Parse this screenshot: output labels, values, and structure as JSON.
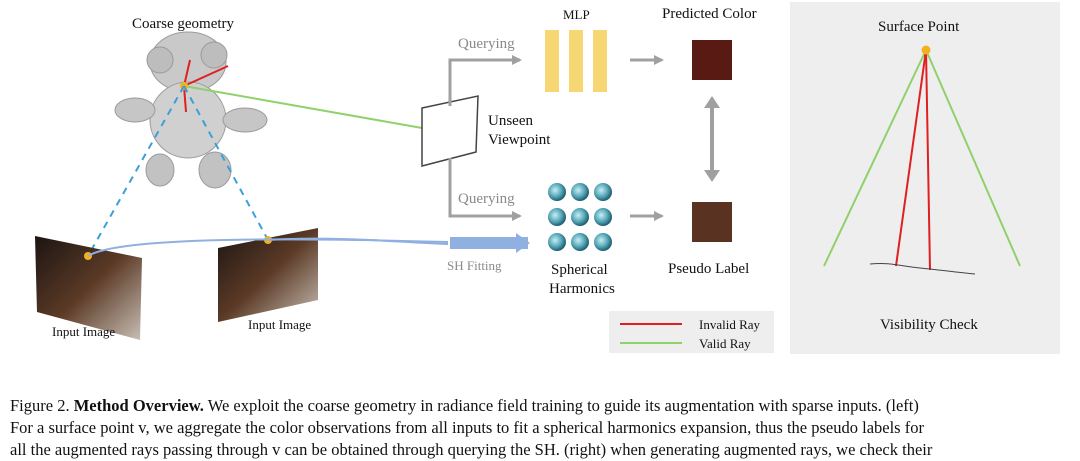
{
  "diagram": {
    "coarse_geometry_label": "Coarse geometry",
    "input_image_left_label": "Input Image",
    "input_image_right_label": "Input Image",
    "querying_top_label": "Querying",
    "querying_bottom_label": "Querying",
    "mlp_label": "MLP",
    "predicted_color_label": "Predicted Color",
    "unseen_viewpoint_line1": "Unseen",
    "unseen_viewpoint_line2": "Viewpoint",
    "sh_fitting_label": "SH Fitting",
    "spherical_harmonics_line1": "Spherical",
    "spherical_harmonics_line2": "Harmonics",
    "pseudo_label_label": "Pseudo Label",
    "surface_point_label": "Surface Point",
    "visibility_check_label": "Visibility Check",
    "legend": [
      {
        "label": "Invalid Ray",
        "color": "#e02020"
      },
      {
        "label": "Valid Ray",
        "color": "#8fd16a"
      }
    ],
    "colors": {
      "mlp": "#f7d774",
      "predicted_color": "#5a1a14",
      "pseudo_label": "#5a3222",
      "sh_fitting_arrow": "#8fb0e0",
      "camera_ray": "#3aa0d8",
      "surface_point": "#f2b21c"
    }
  },
  "caption": {
    "figure_label": "Figure 2.",
    "title": "Method Overview.",
    "line1_rest": "We exploit the coarse geometry in radiance field training to guide its augmentation with sparse inputs. (left)",
    "line2": "For a surface point v, we aggregate the color observations from all inputs to fit a spherical harmonics expansion, thus the pseudo labels for",
    "line3": "all the augmented rays passing through v can be obtained through querying the SH. (right) when generating augmented rays, we check their"
  }
}
